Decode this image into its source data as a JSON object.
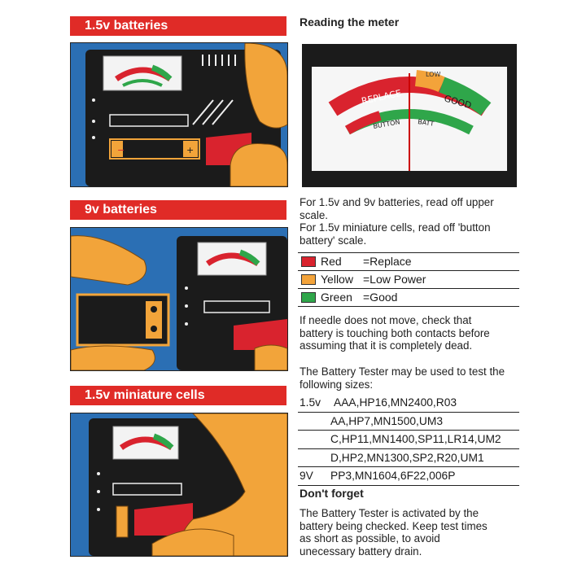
{
  "sections": [
    {
      "title": "1.5v batteries"
    },
    {
      "title": "9v batteries"
    },
    {
      "title": "1.5v miniature cells"
    }
  ],
  "meter": {
    "heading": "Reading the meter",
    "label_low": "LOW",
    "label_replace": "REPLACE",
    "label_good": "GOOD",
    "label_button": "BUTTON",
    "label_batt": "BATT"
  },
  "instructions": {
    "line1": "For 1.5v and 9v batteries, read off upper",
    "line2": "scale.",
    "line3": "For 1.5v miniature cells, read off 'button",
    "line4": "battery' scale."
  },
  "legend": [
    {
      "color": "#d9232e",
      "name": "Red",
      "meaning": "=Replace"
    },
    {
      "color": "#f3a33a",
      "name": "Yellow",
      "meaning": "=Low Power"
    },
    {
      "color": "#2fa64a",
      "name": "Green",
      "meaning": "=Good"
    }
  ],
  "needle_note": {
    "line1": "If needle does not move, check that",
    "line2": "battery is touching both contacts before",
    "line3": "assuming that it is completely dead."
  },
  "sizes_intro": {
    "line1": "The Battery Tester may be used to test the",
    "line2": "following sizes:"
  },
  "sizes": [
    {
      "voltage": "1.5v",
      "list": "AAA,HP16,MN2400,R03"
    },
    {
      "voltage": "",
      "list": "AA,HP7,MN1500,UM3"
    },
    {
      "voltage": "",
      "list": "C,HP11,MN1400,SP11,LR14,UM2"
    },
    {
      "voltage": "",
      "list": "D,HP2,MN1300,SP2,R20,UM1"
    },
    {
      "voltage": "9V",
      "list": "PP3,MN1604,6F22,006P"
    }
  ],
  "dont_forget": {
    "heading": "Don't forget",
    "line1": "The Battery Tester is activated by the",
    "line2": "battery being checked. Keep test times",
    "line3": "as short as possible, to avoid",
    "line4": "unecessary battery drain."
  },
  "colors": {
    "section_bar": "#e02b27",
    "panel_blue": "#2b6fb4",
    "device_dark": "#1b1b1b",
    "finger_orange": "#f2a43a",
    "red": "#d9232e",
    "yellow": "#f3a33a",
    "green": "#2fa64a"
  }
}
